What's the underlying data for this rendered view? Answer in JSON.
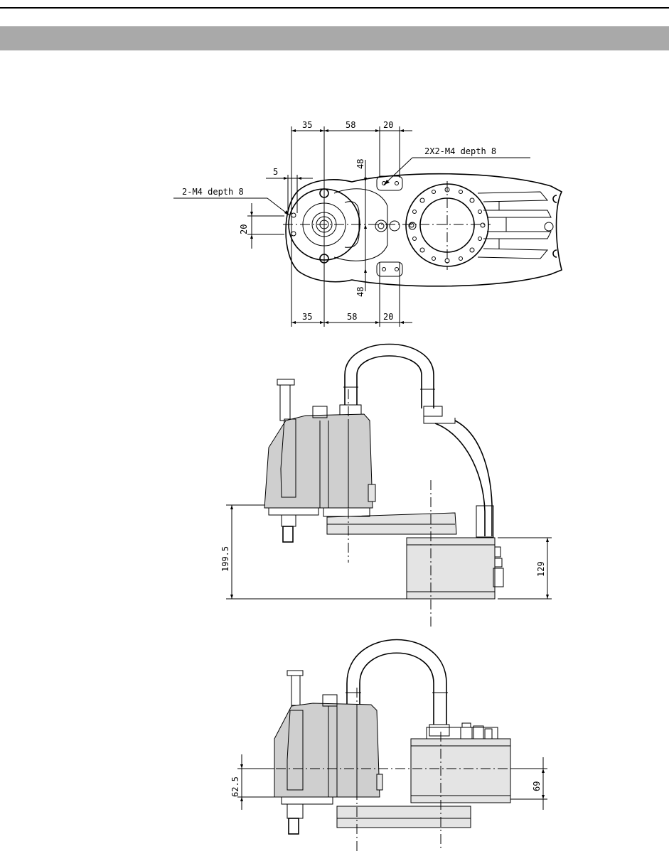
{
  "top_view": {
    "dims_top": [
      "35",
      "58",
      "20"
    ],
    "dims_bottom": [
      "35",
      "58",
      "20"
    ],
    "dim_5": "5",
    "dim_20": "20",
    "dim_48_top": "48",
    "dim_48_bottom": "48",
    "callout_left": "2-M4 depth 8",
    "callout_right": "2X2-M4 depth 8"
  },
  "side_view": {
    "dim_height": "199.5",
    "dim_base": "129"
  },
  "lower_view": {
    "dim_left": "62.5",
    "dim_right": "69"
  }
}
